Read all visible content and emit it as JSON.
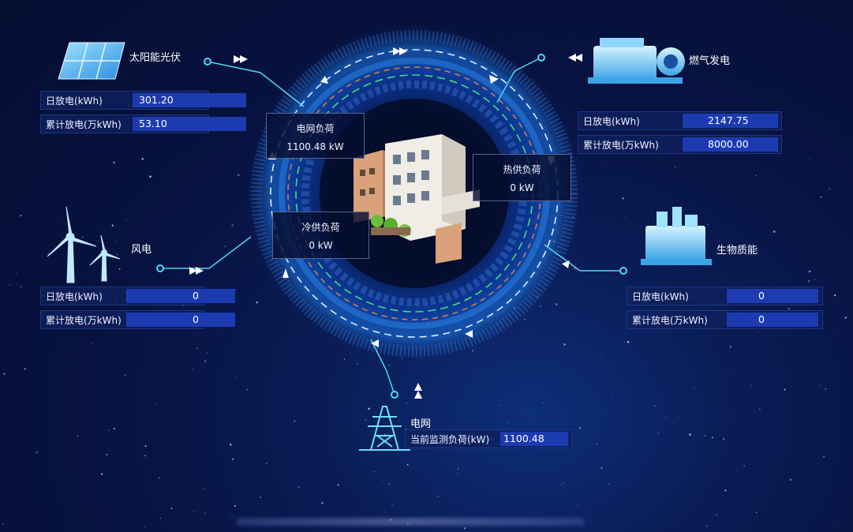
{
  "sources": {
    "solar": {
      "label": "太阳能光伏",
      "rows": [
        {
          "label": "日放电(kWh)",
          "value": "301.20"
        },
        {
          "label": "累计放电(万kWh)",
          "value": "53.10"
        }
      ]
    },
    "wind": {
      "label": "风电",
      "rows": [
        {
          "label": "日放电(kWh)",
          "value": "0"
        },
        {
          "label": "累计放电(万kWh)",
          "value": "0"
        }
      ]
    },
    "gas": {
      "label": "燃气发电",
      "rows": [
        {
          "label": "日放电(kWh)",
          "value": "2147.75"
        },
        {
          "label": "累计放电(万kWh)",
          "value": "8000.00"
        }
      ]
    },
    "biomass": {
      "label": "生物质能",
      "rows": [
        {
          "label": "日放电(kWh)",
          "value": "0"
        },
        {
          "label": "累计放电(万kWh)",
          "value": "0"
        }
      ]
    },
    "grid": {
      "label": "电网",
      "rows": [
        {
          "label": "当前监测负荷(kW)",
          "value": "1100.48"
        }
      ]
    }
  },
  "loads": {
    "grid_load": {
      "label": "电网负荷",
      "value": "1100.48 kW"
    },
    "heat_load": {
      "label": "热供负荷",
      "value": "0 kW"
    },
    "cold_load": {
      "label": "冷供负荷",
      "value": "0 kW"
    }
  },
  "colors": {
    "accent_cyan": "#4fd6f2",
    "value_bg": "#1c3bb0",
    "dash_white": "#dfeaff",
    "dash_orange": "#e8824a",
    "dash_green": "#3ee07a"
  }
}
